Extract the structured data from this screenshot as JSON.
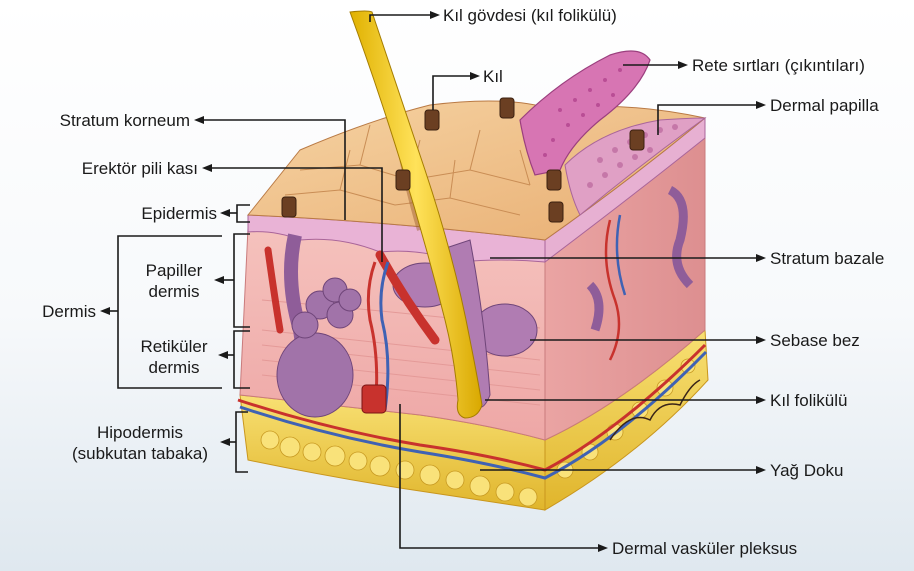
{
  "labels": {
    "kil_govdesi": "Kıl gövdesi (kıl folikülü)",
    "kil": "Kıl",
    "rete": "Rete sırtları (çıkıntıları)",
    "dermal_papilla": "Dermal papilla",
    "stratum_korneum": "Stratum korneum",
    "erektor": "Erektör pili kası",
    "epidermis": "Epidermis",
    "papiller_1": "Papiller",
    "papiller_2": "dermis",
    "dermis": "Dermis",
    "retikuler_1": "Retiküler",
    "retikuler_2": "dermis",
    "hipodermis_1": "Hipodermis",
    "hipodermis_2": "(subkutan tabaka)",
    "stratum_bazale": "Stratum bazale",
    "sebase": "Sebase bez",
    "kil_folikulu": "Kıl folikülü",
    "yag_doku": "Yağ Doku",
    "dermal_vaskuler": "Dermal vasküler pleksus"
  },
  "colors": {
    "epidermis_top": "#f2c590",
    "dermis_front": "#f3b7b3",
    "dermis_side": "#e9a3a4",
    "hypodermis_fat": "#f4d350",
    "hair_shaft": "#f2cc27",
    "gland": "#a173a9",
    "rete_ridges": "#d775b3",
    "vessel_red": "#c8322d",
    "vessel_blue": "#3f62b4"
  }
}
